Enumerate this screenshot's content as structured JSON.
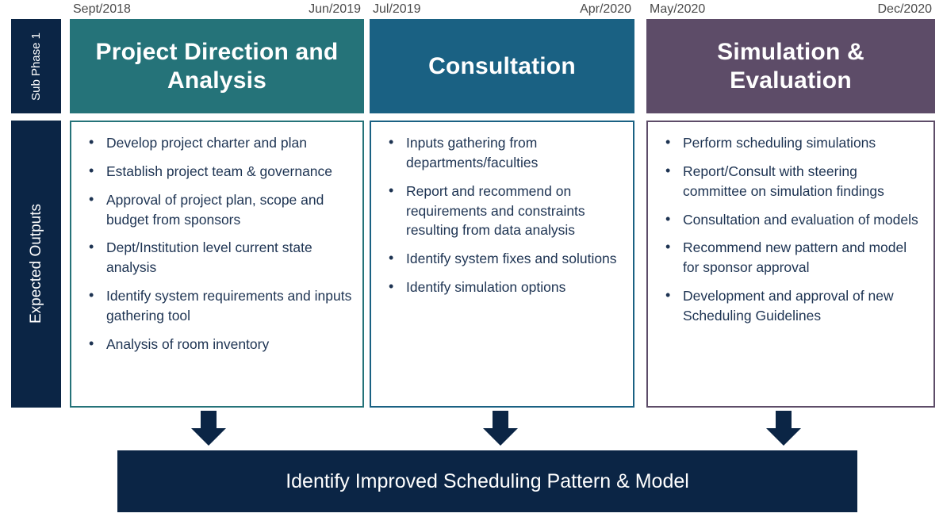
{
  "sidebar": {
    "sub_phase_label": "Sub Phase 1",
    "expected_outputs_label": "Expected Outputs"
  },
  "colors": {
    "navy": "#0B2545",
    "teal": "#257379",
    "blue": "#1A6183",
    "purple": "#5D4C68",
    "text": "#1d3352",
    "date_text": "#4a4a4a"
  },
  "phases": [
    {
      "title": "Project Direction and Analysis",
      "start_date": "Sept/2018",
      "end_date": "Jun/2019",
      "color": "#257379",
      "outputs": [
        "Develop project charter and plan",
        "Establish project team & governance",
        "Approval of project plan, scope and budget from sponsors",
        "Dept/Institution level current state analysis",
        "Identify system requirements and inputs gathering tool",
        "Analysis of room inventory"
      ]
    },
    {
      "title": "Consultation",
      "start_date": "Jul/2019",
      "end_date": "Apr/2020",
      "color": "#1A6183",
      "outputs": [
        "Inputs gathering from departments/faculties",
        "Report and recommend on requirements and constraints resulting from data analysis",
        "Identify system fixes and solutions",
        "Identify simulation options"
      ]
    },
    {
      "title": "Simulation & Evaluation",
      "start_date": "May/2020",
      "end_date": "Dec/2020",
      "color": "#5D4C68",
      "outputs": [
        "Perform scheduling simulations",
        "Report/Consult with steering committee on simulation findings",
        "Consultation and evaluation of models",
        "Recommend new pattern and model for sponsor approval",
        "Development and approval of new Scheduling Guidelines"
      ]
    }
  ],
  "outcome": {
    "label": "Identify Improved Scheduling Pattern & Model"
  }
}
